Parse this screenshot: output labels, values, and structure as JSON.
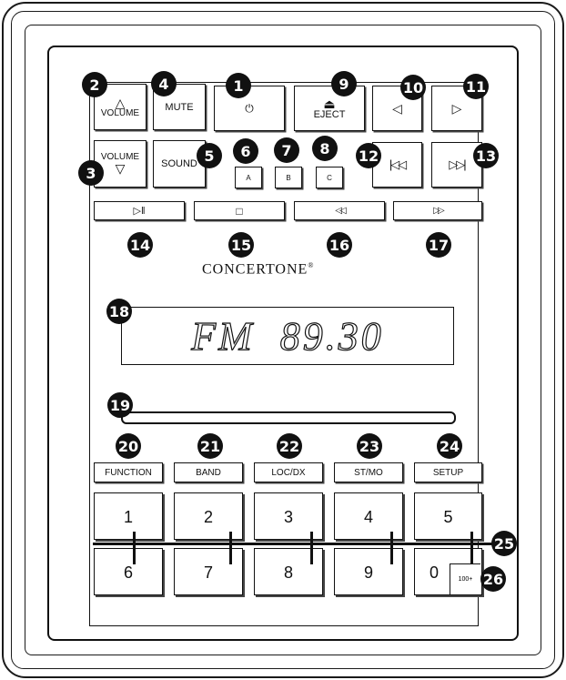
{
  "brand": {
    "name": "CONCERTONE",
    "mark": "®"
  },
  "display": {
    "text": "FM  89.30"
  },
  "top_keys": {
    "volume_up": {
      "symbol": "△",
      "label": "VOLUME"
    },
    "mute": {
      "label": "MUTE"
    },
    "power": {
      "symbol": "⏻"
    },
    "eject": {
      "symbol": "⏏",
      "label": "EJECT"
    },
    "left": {
      "symbol": "◁"
    },
    "right": {
      "symbol": "▷"
    },
    "volume_down": {
      "symbol": "▽",
      "label": "VOLUME"
    },
    "sound": {
      "label": "SOUND"
    },
    "a": {
      "label": "A"
    },
    "b": {
      "label": "B"
    },
    "c": {
      "label": "C"
    },
    "prev": {
      "symbol": "|◁◁"
    },
    "next": {
      "symbol": "▷▷|"
    }
  },
  "transport": {
    "play_pause": "▷‖",
    "stop": "□",
    "rewind": "◁◁",
    "forward": "▷▷"
  },
  "function_keys": [
    "FUNCTION",
    "BAND",
    "LOC/DX",
    "ST/MO",
    "SETUP"
  ],
  "number_keys_top": [
    "1",
    "2",
    "3",
    "4",
    "5"
  ],
  "number_keys_bottom": [
    "6",
    "7",
    "8",
    "9",
    "0"
  ],
  "small_label": "100+",
  "callouts": [
    "1",
    "2",
    "3",
    "4",
    "5",
    "6",
    "7",
    "8",
    "9",
    "10",
    "11",
    "12",
    "13",
    "14",
    "15",
    "16",
    "17",
    "18",
    "19",
    "20",
    "21",
    "22",
    "23",
    "24",
    "25",
    "26"
  ]
}
